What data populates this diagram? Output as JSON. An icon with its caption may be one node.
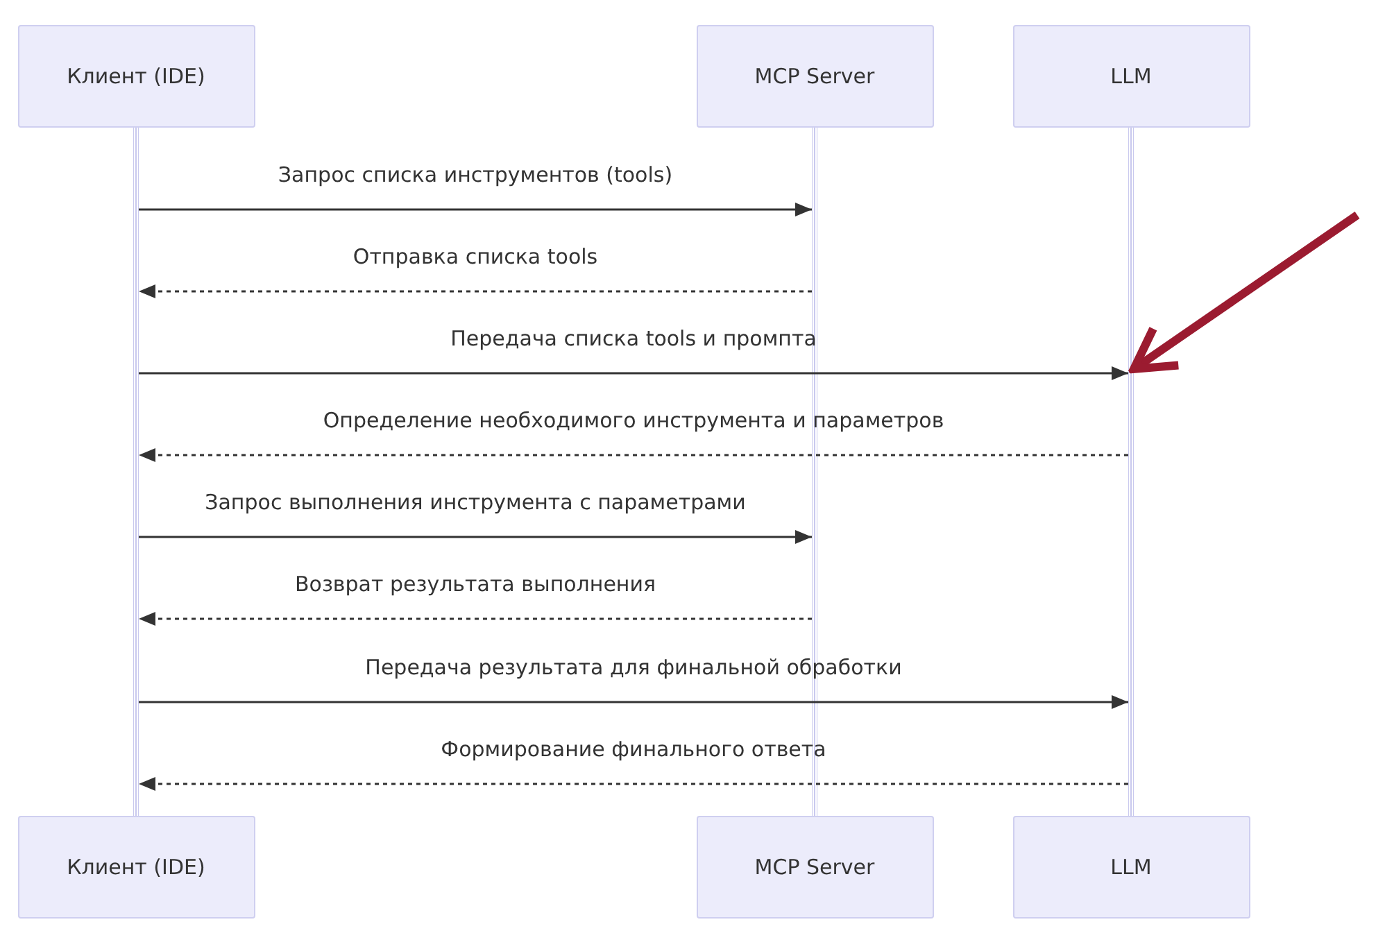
{
  "diagram": {
    "nodes": [
      {
        "text": [
          "Клиент (IDE)"
        ]
      },
      {
        "text": [
          "MCP Server"
        ]
      },
      {
        "text": [
          "LLM"
        ]
      },
      {
        "text": [],
        "shape": "bar"
      },
      {
        "text": [],
        "shape": "bar"
      },
      {
        "text": [],
        "shape": "bar"
      },
      {
        "text": [
          "Клиент (IDE)"
        ]
      },
      {
        "text": [
          "MCP Server"
        ]
      },
      {
        "text": [
          "LLM"
        ]
      }
    ],
    "edges": [
      {
        "from": 3,
        "to": 4,
        "arrow": "to",
        "label": "Запрос списка инструментов (tools)"
      },
      {
        "from": 4,
        "to": 3,
        "arrow": "to",
        "style": "dashed",
        "label": "Отправка списка tools"
      },
      {
        "from": 3,
        "to": 5,
        "arrow": "to",
        "label": "Передача списка tools и промпта"
      },
      {
        "from": 5,
        "to": 3,
        "arrow": "to",
        "style": "dashed",
        "label": "Определение необходимого инструмента и параметров"
      },
      {
        "from": 3,
        "to": 4,
        "arrow": "to",
        "label": "Запрос выполнения инструмента с параметрами"
      },
      {
        "from": 4,
        "to": 3,
        "arrow": "to",
        "style": "dashed",
        "label": "Возврат результата выполнения"
      },
      {
        "from": 3,
        "to": 5,
        "arrow": "to",
        "label": "Передача результата для финальной обработки"
      },
      {
        "from": 5,
        "to": 3,
        "arrow": "to",
        "style": "dashed",
        "label": "Формирование финального ответа"
      },
      {
        "from": null,
        "to": 5,
        "arrow": "to",
        "style": "thick",
        "color": "#9b1b30"
      }
    ]
  }
}
